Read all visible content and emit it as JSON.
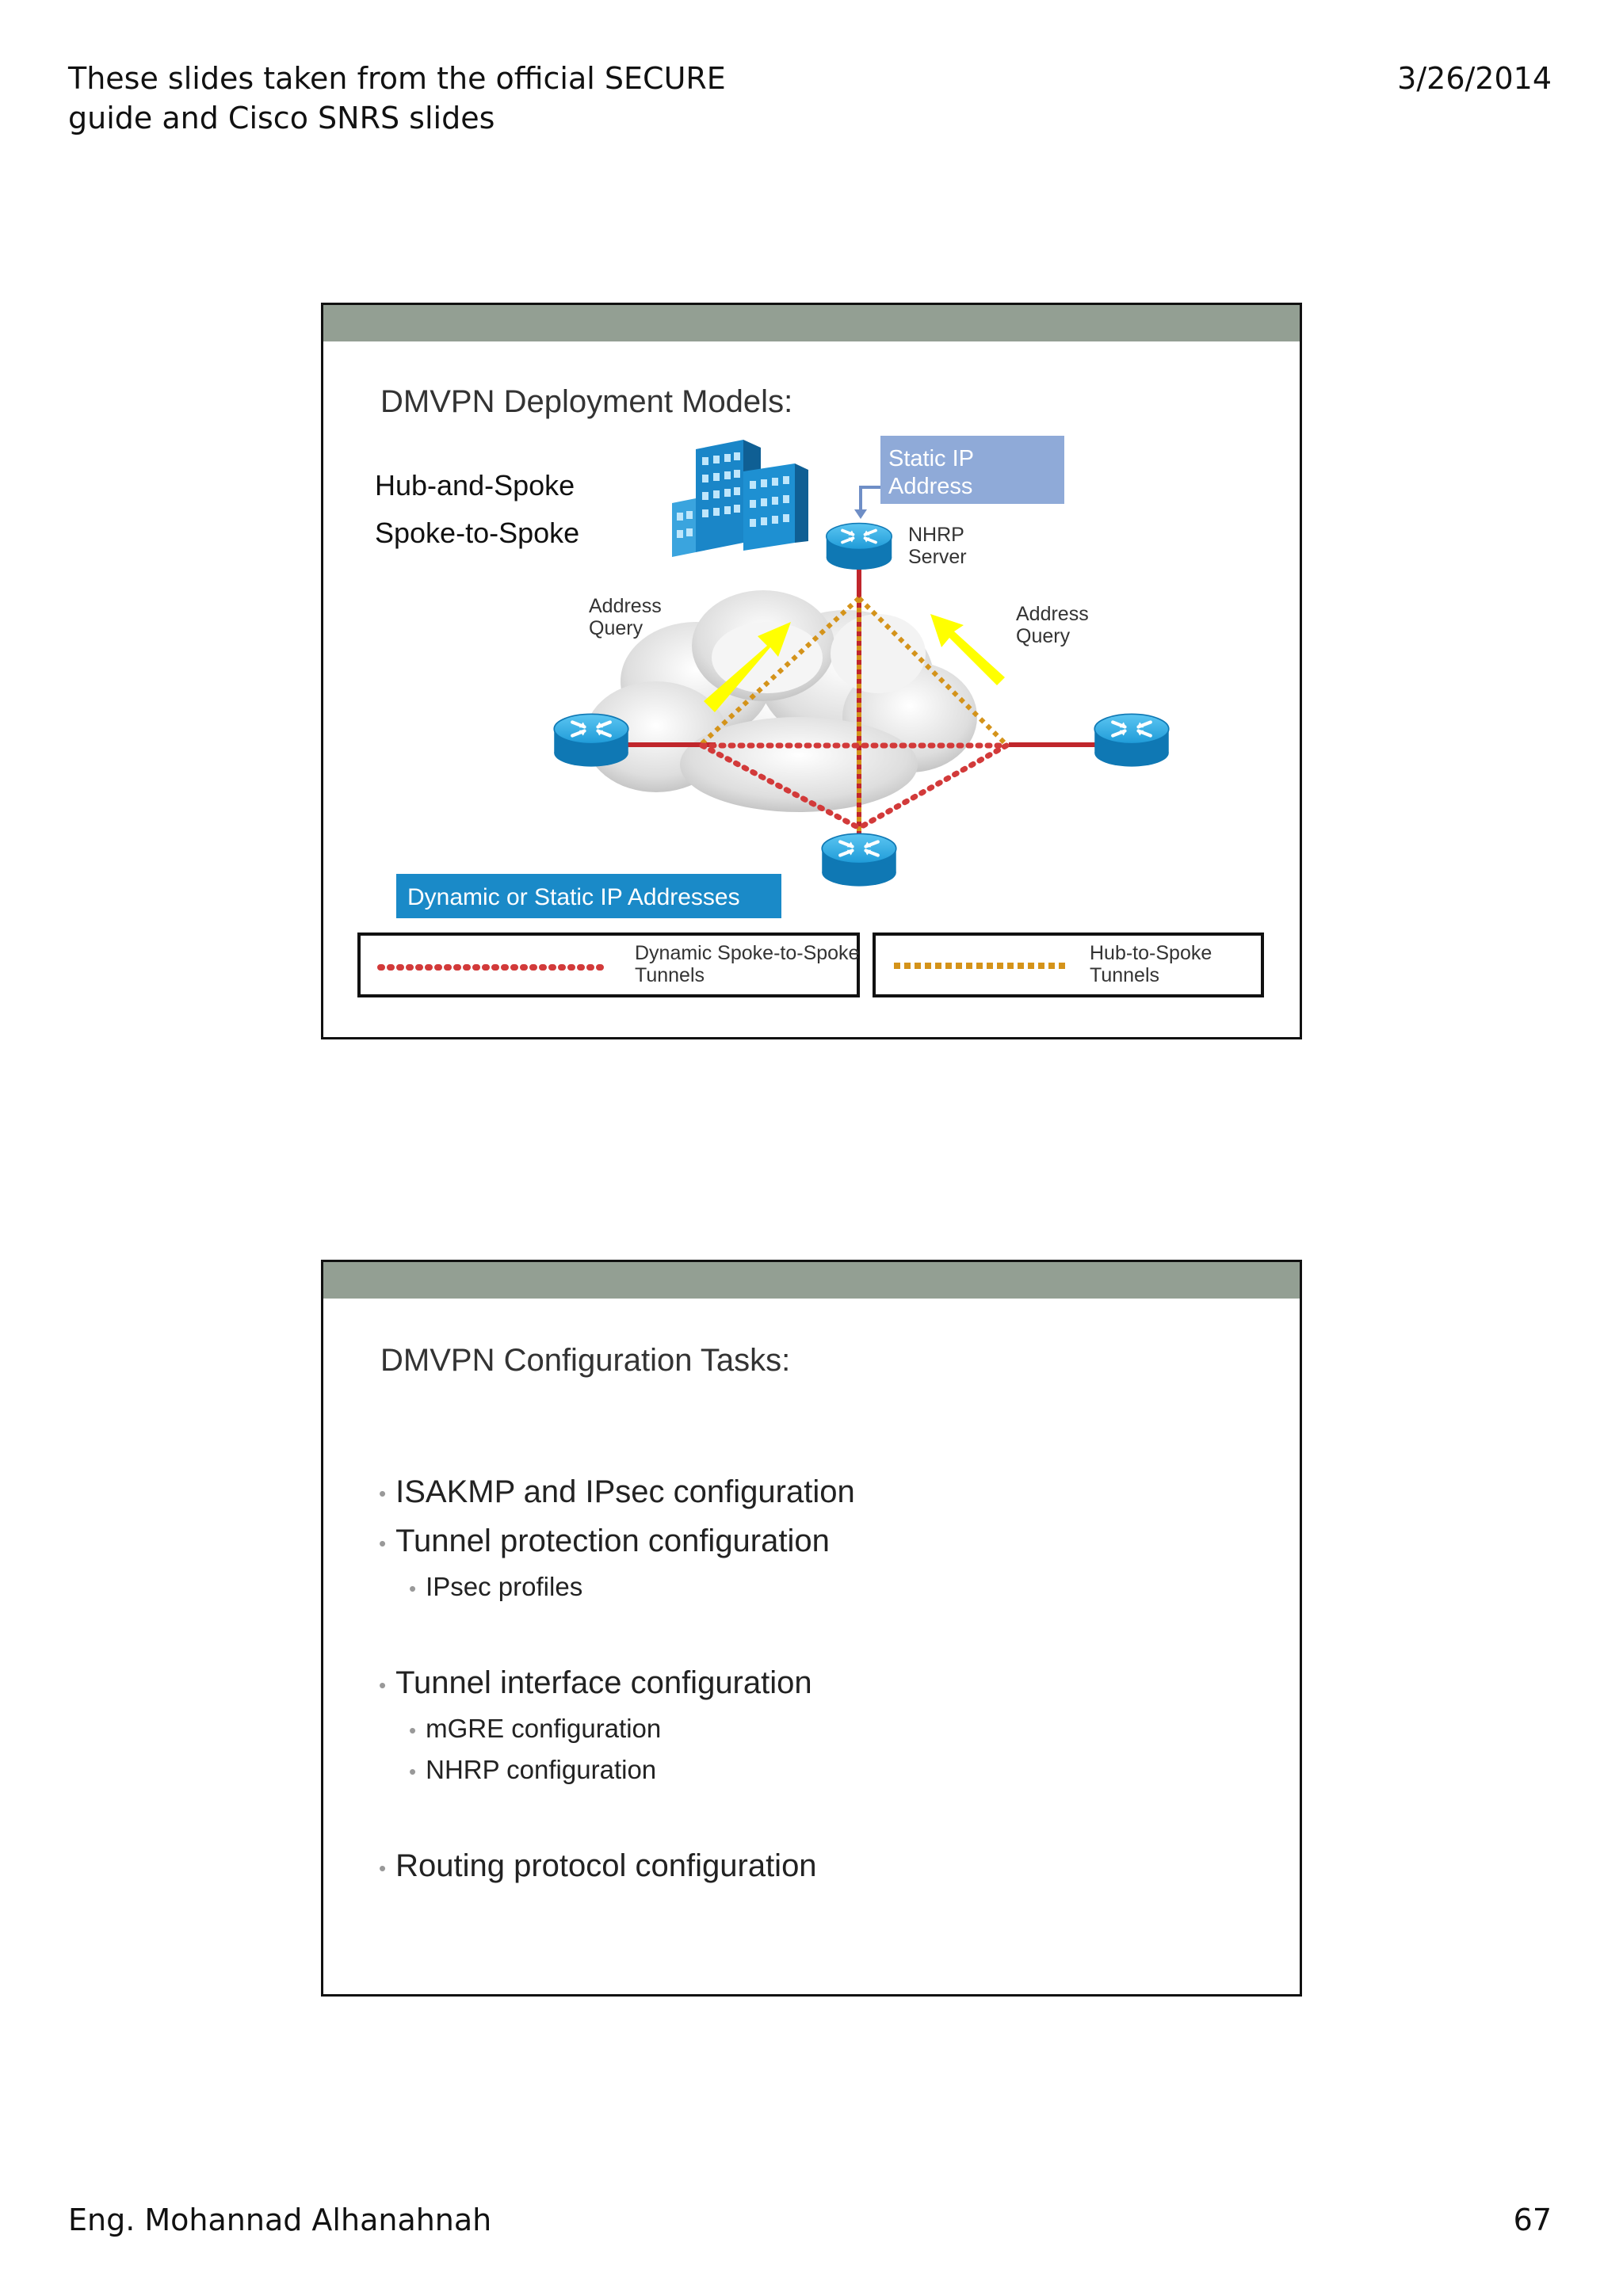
{
  "header": {
    "left_line1": "These slides taken from the official SECURE",
    "left_line2": "guide and Cisco SNRS slides",
    "date": "3/26/2014"
  },
  "footer": {
    "author": "Eng. Mohannad Alhanahnah",
    "page_number": "67"
  },
  "slide1": {
    "title": "DMVPN Deployment Models:",
    "model_1": "Hub-and-Spoke",
    "model_2": "Spoke-to-Spoke",
    "static_ip_line1": "Static IP",
    "static_ip_line2": "Address",
    "nhrp_line1": "NHRP",
    "nhrp_line2": "Server",
    "query_left_line1": "Address",
    "query_left_line2": "Query",
    "query_right_line1": "Address",
    "query_right_line2": "Query",
    "dynamic_label": "Dynamic or Static IP Addresses",
    "legend_dynamic_line1": "Dynamic Spoke-to-Spoke",
    "legend_dynamic_line2": "Tunnels",
    "legend_hub_line1": "Hub-to-Spoke",
    "legend_hub_line2": "Tunnels",
    "colors": {
      "router": "#1f9bd8",
      "link": "#c0262c",
      "dynamic_tunnel": "#d23a3a",
      "hub_tunnel": "#d4931a",
      "query_arrow": "#ffff00",
      "static_box": "#8faad8",
      "dynamic_box": "#1a8ac8"
    },
    "icons": [
      "building-icon",
      "router-icon",
      "cloud-icon",
      "arrow-icon"
    ]
  },
  "slide2": {
    "title": "DMVPN Configuration Tasks:",
    "items": [
      {
        "text": "ISAKMP and IPsec configuration",
        "subs": []
      },
      {
        "text": "Tunnel protection configuration",
        "subs": [
          "IPsec profiles"
        ]
      },
      {
        "text": "Tunnel interface configuration",
        "subs": [
          "mGRE configuration",
          "NHRP configuration"
        ]
      },
      {
        "text": "Routing protocol configuration",
        "subs": []
      }
    ]
  }
}
